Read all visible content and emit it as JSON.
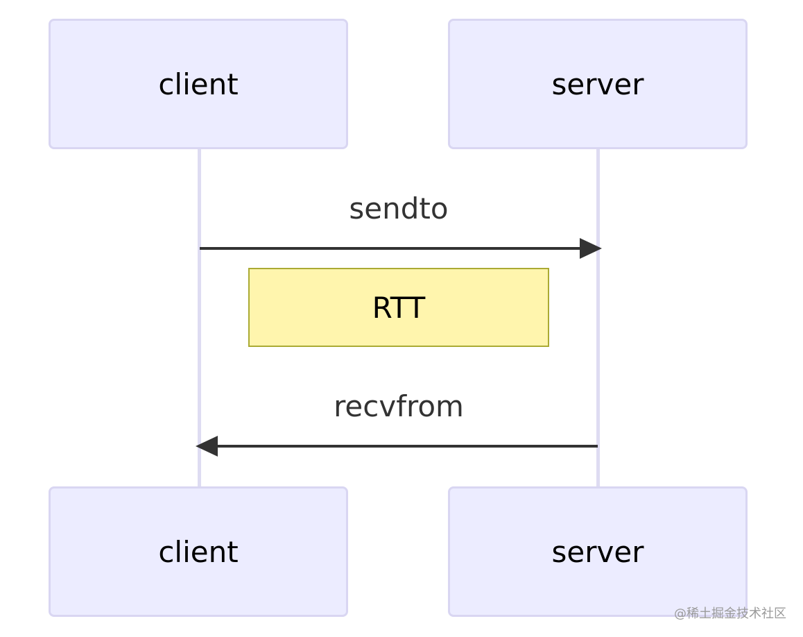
{
  "participants": {
    "client_label": "client",
    "server_label": "server"
  },
  "messages": [
    {
      "label": "sendto",
      "from": "client",
      "to": "server"
    },
    {
      "label": "recvfrom",
      "from": "server",
      "to": "client"
    }
  ],
  "note": {
    "text": "RTT"
  },
  "watermark": "@稀土掘金技术社区",
  "colors": {
    "actor_fill": "#ececff",
    "actor_border": "#d9d6f2",
    "lifeline": "#dedcf2",
    "note_fill": "#fff5ad",
    "note_border": "#aaaa33",
    "arrow": "#333333"
  }
}
